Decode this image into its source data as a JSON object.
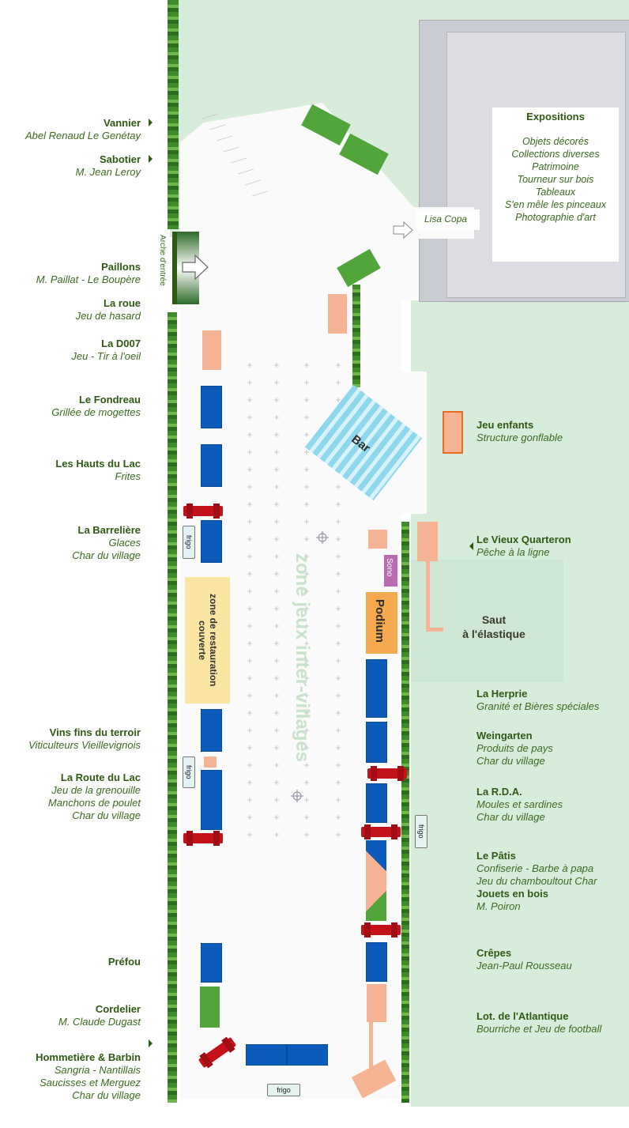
{
  "left_labels": [
    {
      "title": "Vannier",
      "subtitle": [
        "Abel Renaud Le Genétay"
      ]
    },
    {
      "title": "Sabotier",
      "subtitle": [
        "M. Jean Leroy"
      ]
    },
    {
      "title": "Paillons",
      "subtitle": [
        "M. Paillat - Le Boupère"
      ]
    },
    {
      "title": "La roue",
      "subtitle": [
        "Jeu de hasard"
      ]
    },
    {
      "title": "La D007",
      "subtitle": [
        "Jeu - Tir à l'oeil"
      ]
    },
    {
      "title": "Le Fondreau",
      "subtitle": [
        "Grillée de mogettes"
      ]
    },
    {
      "title": "Les Hauts du Lac",
      "subtitle": [
        "Frites"
      ]
    },
    {
      "title": "La Barrelière",
      "subtitle": [
        "Glaces",
        "Char du village"
      ]
    },
    {
      "title": "Vins fins du terroir",
      "subtitle": [
        "Viticulteurs Vieillevignois"
      ]
    },
    {
      "title": "La Route du Lac",
      "subtitle": [
        "Jeu de la grenouille",
        "Manchons de poulet",
        "Char du village"
      ]
    },
    {
      "title": "Préfou",
      "subtitle": []
    },
    {
      "title": "Cordelier",
      "subtitle": [
        "M. Claude Dugast"
      ]
    },
    {
      "title": "Hommetière & Barbin",
      "subtitle": [
        "Sangria - Nantillais",
        "Saucisses et Merguez",
        "Char du village"
      ]
    }
  ],
  "right_labels": [
    {
      "title": "Jeu enfants",
      "subtitle": [
        "Structure gonflable"
      ]
    },
    {
      "title": "Le Vieux Quarteron",
      "subtitle": [
        "Pêche à la ligne"
      ]
    },
    {
      "title": "La Herprie",
      "subtitle": [
        "Granité et Bières spéciales"
      ]
    },
    {
      "title": "Weingarten",
      "subtitle": [
        "Produits de pays",
        "Char du village"
      ]
    },
    {
      "title": "La R.D.A.",
      "subtitle": [
        "Moules et sardines",
        "Char du village"
      ]
    },
    {
      "title": "Le Pâtis",
      "subtitle": [
        "Confiserie - Barbe à papa",
        "Jeu du chamboultout Char"
      ]
    },
    {
      "title": "Jouets en bois",
      "subtitle": [
        "M. Poiron"
      ]
    },
    {
      "title": "Crêpes",
      "subtitle": [
        "Jean-Paul Rousseau"
      ]
    },
    {
      "title": "Lot. de l'Atlantique",
      "subtitle": [
        "Bourriche et Jeu de football"
      ]
    }
  ],
  "expositions": {
    "title": "Expositions",
    "items": [
      "Objets décorés",
      "Collections diverses",
      "Patrimoine",
      "Tourneur sur bois",
      "Tableaux",
      "S'en mêle les pinceaux",
      "Photographie d'art"
    ]
  },
  "map_text": {
    "lisa_copa": "Lisa Copa",
    "arche": "Arche d'entrée",
    "bar": "Bar",
    "zone_jeux": "zone jeux inter-villages",
    "zone_restauration": "zone de restauration couverte",
    "podium": "Podium",
    "sono": "Sono",
    "frigo": "frigo",
    "saut": "Saut",
    "saut2": "à l'élastique"
  },
  "colors": {
    "label_title": "#2e5a12",
    "label_sub": "#3a6b1e",
    "stall_blue": "#0c5ab9",
    "stall_peach": "#f6b494",
    "stall_green": "#52a53a",
    "tractor_red": "#c4121a",
    "grass": "#d8ecdc",
    "building": "#c9cbd2",
    "podium": "#f5a94e",
    "restauration": "#fbe5a3"
  }
}
